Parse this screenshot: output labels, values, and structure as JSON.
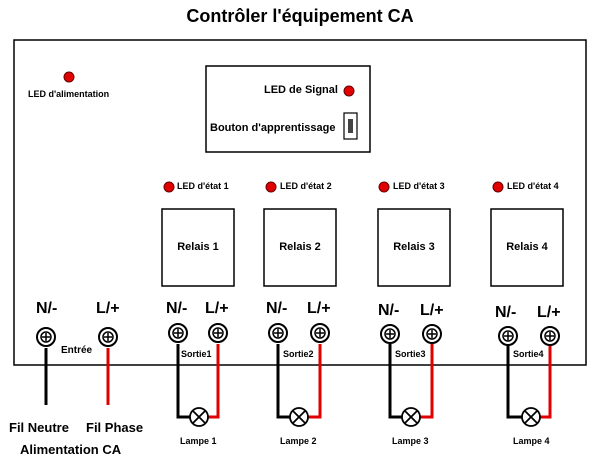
{
  "title": "Contrôler l'équipement CA",
  "power_led_label": "LED d'alimentation",
  "signal_led_label": "LED de Signal",
  "learn_button_label": "Bouton d'apprentissage",
  "relays": [
    {
      "status_led": "LED d'état 1",
      "name": "Relais 1",
      "output": "Sortie1",
      "lamp": "Lampe 1"
    },
    {
      "status_led": "LED d'état 2",
      "name": "Relais 2",
      "output": "Sortie2",
      "lamp": "Lampe 2"
    },
    {
      "status_led": "LED d'état 3",
      "name": "Relais 3",
      "output": "Sortie3",
      "lamp": "Lampe 3"
    },
    {
      "status_led": "LED d'état 4",
      "name": "Relais 4",
      "output": "Sortie4",
      "lamp": "Lampe 4"
    }
  ],
  "terminal_neutral": "N/-",
  "terminal_live": "L/+",
  "input_label": "Entrée",
  "neutral_wire_label": "Fil Neutre",
  "phase_wire_label": "Fil Phase",
  "power_supply_label": "Alimentation CA",
  "colors": {
    "led": "#e00000",
    "neutral_wire": "#000000",
    "phase_wire": "#e00000"
  }
}
